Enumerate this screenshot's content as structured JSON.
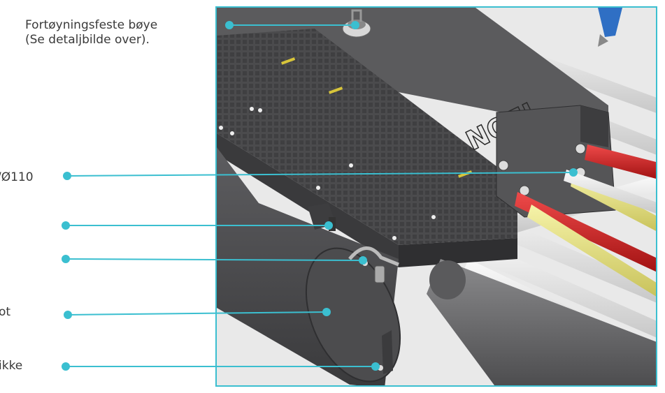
{
  "callouts": [
    {
      "id": "mooring",
      "lines": [
        "Fortøyningsfeste bøye",
        "(Se detaljbilde over)."
      ]
    },
    {
      "id": "pipe-dim",
      "lines": [
        "/Ø110"
      ]
    },
    {
      "id": "item-3",
      "lines": [
        ""
      ]
    },
    {
      "id": "item-4",
      "lines": [
        ""
      ]
    },
    {
      "id": "item-5",
      "lines": [
        "ot"
      ]
    },
    {
      "id": "item-6",
      "lines": [
        "ikke"
      ]
    }
  ],
  "model": {
    "brand_text": "NOFI"
  },
  "colors": {
    "accent": "#3bbfd0",
    "deck": "#4a4a4c",
    "pipe_red": "#d41f1f",
    "pipe_yellow": "#e8e37a",
    "pipe_white": "#e6e6e6",
    "text": "#3a3a3a"
  }
}
